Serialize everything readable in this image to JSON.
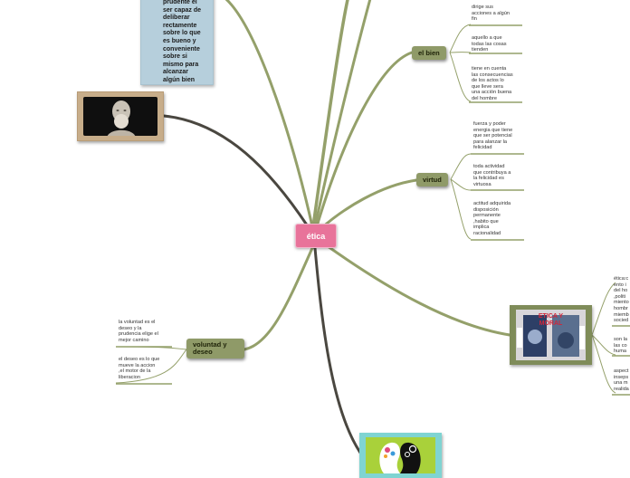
{
  "central": {
    "label": "ética"
  },
  "colors": {
    "central": "#e8739a",
    "branch": "#8f9a68",
    "link": "#94a06a",
    "link_dark": "#4a4740"
  },
  "top_card": {
    "lines": [
      "prudente el",
      "ser capaz de",
      "deliberar",
      "rectamente",
      "sobre lo que",
      "es bueno y",
      "conveniente",
      "sobre si",
      "mismo para",
      "alcanzar",
      "algún bien"
    ]
  },
  "branches": {
    "el_bien": {
      "label": "el bien",
      "leaves": [
        [
          "dirige sus",
          "acciones a algún",
          "fin"
        ],
        [
          "aquello a que",
          "todas las cosas",
          "tienden"
        ],
        [
          "tiene en cuenta",
          "las consecuencias",
          "de los actos lo",
          "que lleve sera",
          "una acción buena",
          "del hombre"
        ]
      ]
    },
    "virtud": {
      "label": "virtud",
      "leaves": [
        [
          "fuerza y poder",
          "energia que tiene",
          "que ser potencial",
          "para alanzar la",
          "felicidad"
        ],
        [
          "toda actividad",
          "que contribuya a",
          "la felicidad es",
          "virtuosa"
        ],
        [
          "actitud adquirida",
          "disposición",
          "permanente",
          ",habito que",
          "implica",
          "racionalidad"
        ]
      ]
    },
    "voluntad": {
      "label_lines": [
        "voluntad y",
        "deseo"
      ],
      "leaves": [
        [
          "la voluntad es el",
          "deseo y la",
          "prudencia elige el",
          "mejor camino"
        ],
        [
          "el deseo es lo que",
          "mueve la accion",
          ",el motor de la",
          "liberacion"
        ]
      ]
    }
  },
  "image_etica": {
    "caption_lines": [
      "ETICA Y",
      "MORAL"
    ]
  },
  "clipped_right": {
    "group1": [
      "ética:c",
      "ento i",
      "del ho",
      ",politi",
      "miento",
      "hombr",
      "miemb",
      "socied"
    ],
    "group2": [
      "son la",
      "las co",
      "huma"
    ],
    "group3": [
      "aspect",
      "inseps",
      "una m",
      "realida"
    ]
  }
}
